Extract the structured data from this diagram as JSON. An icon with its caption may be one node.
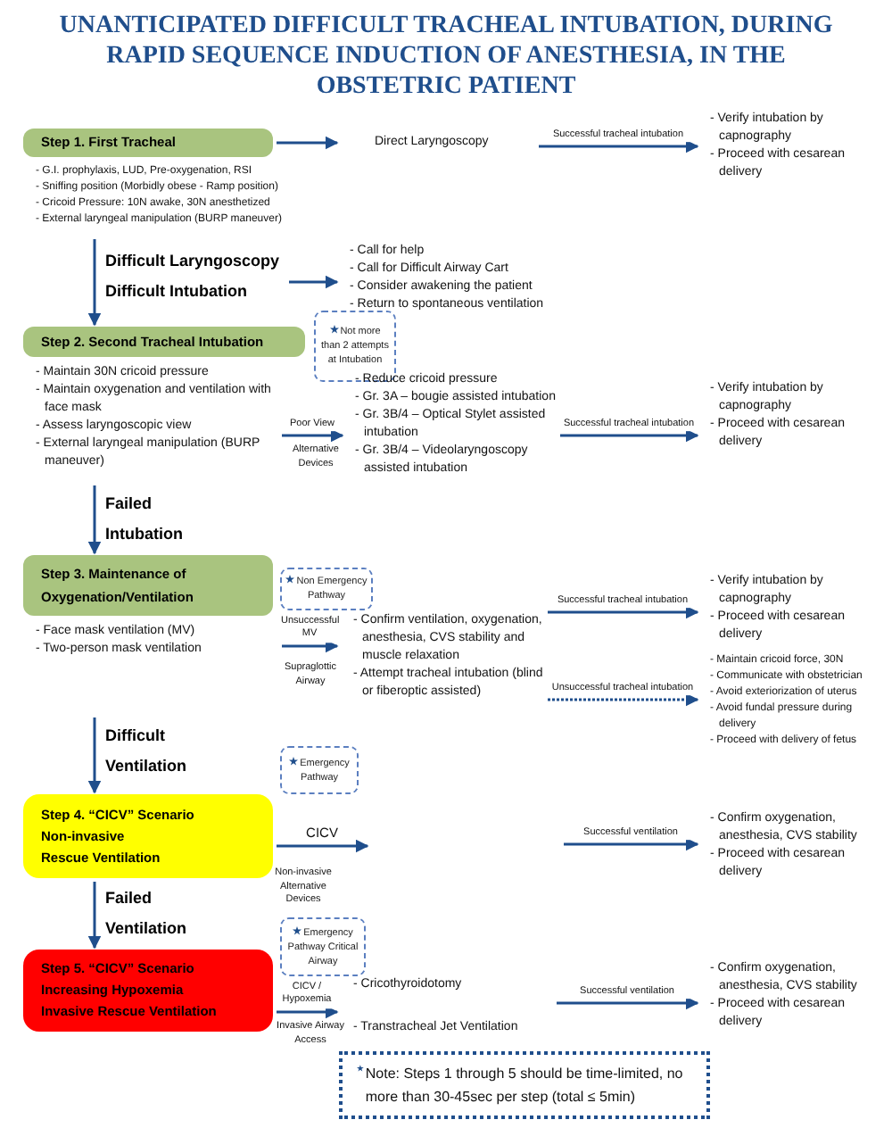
{
  "diagram": {
    "title": "UNANTICIPATED DIFFICULT TRACHEAL INTUBATION, DURING RAPID SEQUENCE INDUCTION OF ANESTHESIA, IN THE OBSTETRIC PATIENT",
    "nodes": [
      {
        "text": [
          "Step 1. First Tracheal"
        ]
      },
      {
        "text": [
          "- G.I. prophylaxis, LUD, Pre-oxygenation, RSI",
          "- Sniffing position (Morbidly obese - Ramp position)",
          "- Cricoid Pressure: 10N awake, 30N anesthetized",
          "- External laryngeal manipulation (BURP maneuver)"
        ]
      },
      {
        "text": [
          "Direct Laryngoscopy"
        ]
      },
      {
        "text": [
          "- Verify intubation by capnography",
          "- Proceed with cesarean delivery"
        ]
      },
      {
        "text": [
          "- Call for help",
          "- Call for Difficult Airway Cart",
          "- Consider awakening the patient",
          "- Return to spontaneous ventilation"
        ]
      },
      {
        "text": [
          "Step 2. Second Tracheal Intubation"
        ]
      },
      {
        "text": [
          "Not more than 2 attempts at Intubation"
        ]
      },
      {
        "text": [
          "- Maintain 30N cricoid pressure",
          "- Maintain oxygenation and ventilation with face mask",
          "- Assess laryngoscopic view",
          "- External laryngeal manipulation (BURP maneuver)"
        ]
      },
      {
        "text": [
          "- Reduce cricoid pressure",
          "- Gr. 3A – bougie assisted intubation",
          "- Gr. 3B/4 – Optical Stylet assisted intubation",
          "- Gr. 3B/4 – Videolaryngoscopy assisted intubation"
        ]
      },
      {
        "text": [
          "- Verify intubation by capnography",
          "- Proceed with cesarean delivery"
        ]
      },
      {
        "text": [
          "Step 3. Maintenance of Oxygenation/Ventilation"
        ]
      },
      {
        "text": [
          "Non Emergency Pathway"
        ]
      },
      {
        "text": [
          "- Face mask ventilation (MV)",
          "- Two-person mask ventilation"
        ]
      },
      {
        "text": [
          "- Confirm ventilation, oxygenation, anesthesia, CVS stability and muscle relaxation",
          "- Attempt tracheal intubation (blind or fiberoptic assisted)"
        ]
      },
      {
        "text": [
          "- Verify intubation by capnography",
          "- Proceed with cesarean delivery"
        ]
      },
      {
        "text": [
          "- Maintain cricoid force, 30N",
          "- Communicate with obstetrician",
          "- Avoid exteriorization of uterus",
          "- Avoid fundal pressure during delivery",
          "- Proceed with delivery of fetus"
        ]
      },
      {
        "text": [
          "Step 4. “CICV” Scenario",
          "Non-invasive",
          "Rescue Ventilation"
        ]
      },
      {
        "text": [
          "Emergency Pathway"
        ]
      },
      {
        "text": [
          "- Confirm oxygenation, anesthesia, CVS stability",
          "- Proceed with cesarean delivery"
        ]
      },
      {
        "text": [
          "Step 5. “CICV” Scenario",
          "Increasing Hypoxemia",
          "Invasive Rescue Ventilation"
        ]
      },
      {
        "text": [
          "Emergency Pathway Critical Airway"
        ]
      },
      {
        "text": [
          "- Cricothyroidotomy",
          "- Transtracheal Jet Ventilation"
        ]
      },
      {
        "text": [
          "- Confirm oxygenation, anesthesia, CVS stability",
          "- Proceed with cesarean delivery"
        ]
      },
      {
        "text": [
          "Note: Steps 1 through 5 should be time-limited, no more than 30-45sec per step (total ≤ 5min)"
        ]
      }
    ],
    "edges": [
      {
        "from": 0,
        "to": 2,
        "arrow": "to"
      },
      {
        "from": 2,
        "to": 3,
        "arrow": "to",
        "label": "Successful tracheal intubation"
      },
      {
        "from": 1,
        "to": 5,
        "arrow": "to",
        "label": "Difficult Laryngoscopy Difficult Intubation"
      },
      {
        "from": null,
        "to": 4,
        "arrow": "to"
      },
      {
        "from": 7,
        "to": 8,
        "arrow": "to",
        "label": "Poor View"
      },
      {
        "from": 8,
        "to": 9,
        "arrow": "to",
        "label": "Successful tracheal intubation"
      },
      {
        "from": 7,
        "to": 10,
        "arrow": "to",
        "label": "Failed Intubation"
      },
      {
        "from": null,
        "to": 13,
        "arrow": "to",
        "label": "Unsuccessful MV"
      },
      {
        "from": 13,
        "to": 14,
        "arrow": "to",
        "label": "Successful tracheal intubation"
      },
      {
        "from": 13,
        "to": 15,
        "arrow": "to",
        "label": "Unsuccessful tracheal intubation",
        "style": "dashed"
      },
      {
        "from": 12,
        "to": 16,
        "arrow": "to",
        "label": "Difficult Ventilation"
      },
      {
        "from": 16,
        "to": null,
        "arrow": "to",
        "label": "CICV"
      },
      {
        "from": null,
        "to": 18,
        "arrow": "to",
        "label": "Successful ventilation"
      },
      {
        "from": 16,
        "to": 19,
        "arrow": "to",
        "label": "Failed Ventilation"
      },
      {
        "from": 19,
        "to": 21,
        "arrow": "to",
        "label": "CICV / Hypoxemia"
      },
      {
        "from": 21,
        "to": 22,
        "arrow": "to",
        "label": "Successful ventilation"
      }
    ],
    "labels": [
      "Alternative Devices",
      "Supraglottic Airway",
      "Non-invasive Alternative Devices",
      "Invasive Airway Access"
    ]
  }
}
